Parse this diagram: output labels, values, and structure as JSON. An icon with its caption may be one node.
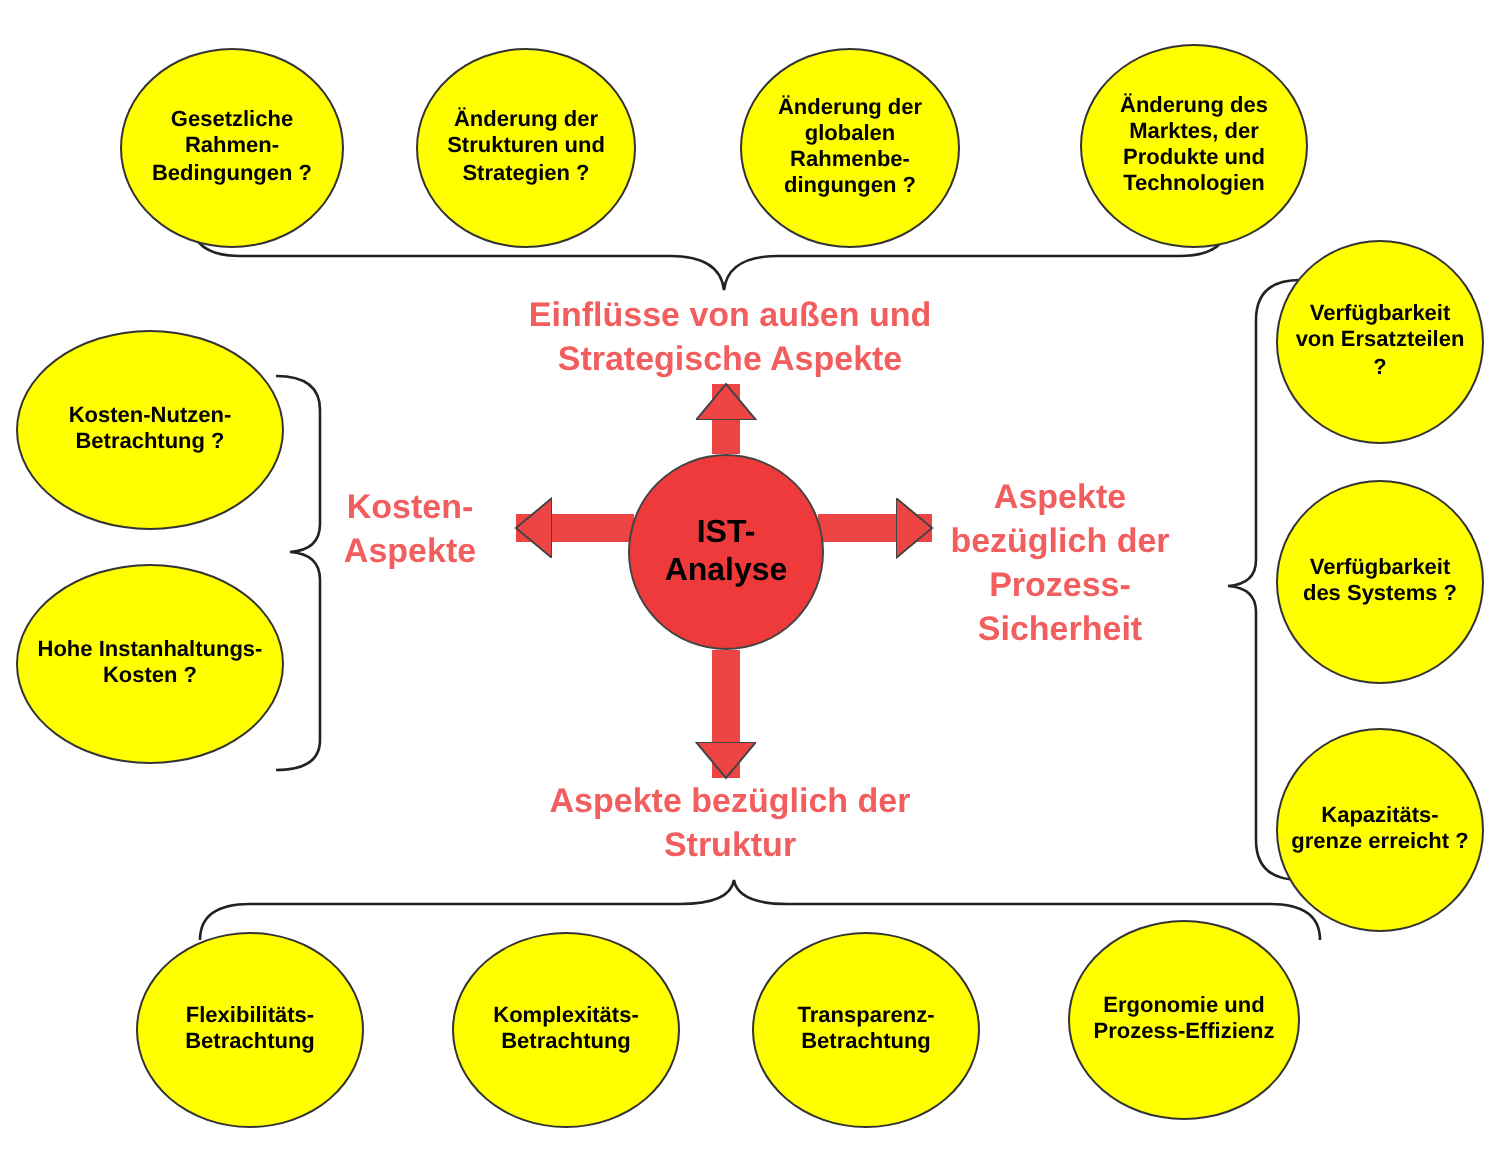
{
  "diagram": {
    "nodes": [
      {
        "text": [
          "IST-Analyse"
        ]
      },
      {
        "text": [
          "Einflüsse von außen und Strategische Aspekte"
        ]
      },
      {
        "text": [
          "Kosten-Aspekte"
        ]
      },
      {
        "text": [
          "Aspekte bezüglich der Prozess-Sicherheit"
        ]
      },
      {
        "text": [
          "Aspekte bezüglich der Struktur"
        ]
      },
      {
        "text": [
          "Gesetzliche Rahmen-Bedingungen ?"
        ]
      },
      {
        "text": [
          "Änderung der Strukturen und Strategien ?"
        ]
      },
      {
        "text": [
          "Änderung der globalen Rahmenbe-dingungen ?"
        ]
      },
      {
        "text": [
          "Änderung des Marktes, der Produkte und Technologien"
        ]
      },
      {
        "text": [
          "Kosten-Nutzen-Betrachtung ?"
        ]
      },
      {
        "text": [
          "Hohe Instanhaltungs-Kosten ?"
        ]
      },
      {
        "text": [
          "Verfügbarkeit von Ersatzteilen ?"
        ]
      },
      {
        "text": [
          "Verfügbarkeit des Systems ?"
        ]
      },
      {
        "text": [
          "Kapazitäts-grenze erreicht ?"
        ]
      },
      {
        "text": [
          "Flexibilitäts-Betrachtung"
        ]
      },
      {
        "text": [
          "Komplexitäts-Betrachtung"
        ]
      },
      {
        "text": [
          "Transparenz-Betrachtung"
        ]
      },
      {
        "text": [
          "Ergonomie und Prozess-Effizienz"
        ]
      }
    ],
    "edges": [
      {
        "from": 0,
        "to": 1,
        "arrow": "to"
      },
      {
        "from": 0,
        "to": 2,
        "arrow": "to"
      },
      {
        "from": 0,
        "to": 3,
        "arrow": "to"
      },
      {
        "from": 0,
        "to": 4,
        "arrow": "to"
      }
    ]
  }
}
